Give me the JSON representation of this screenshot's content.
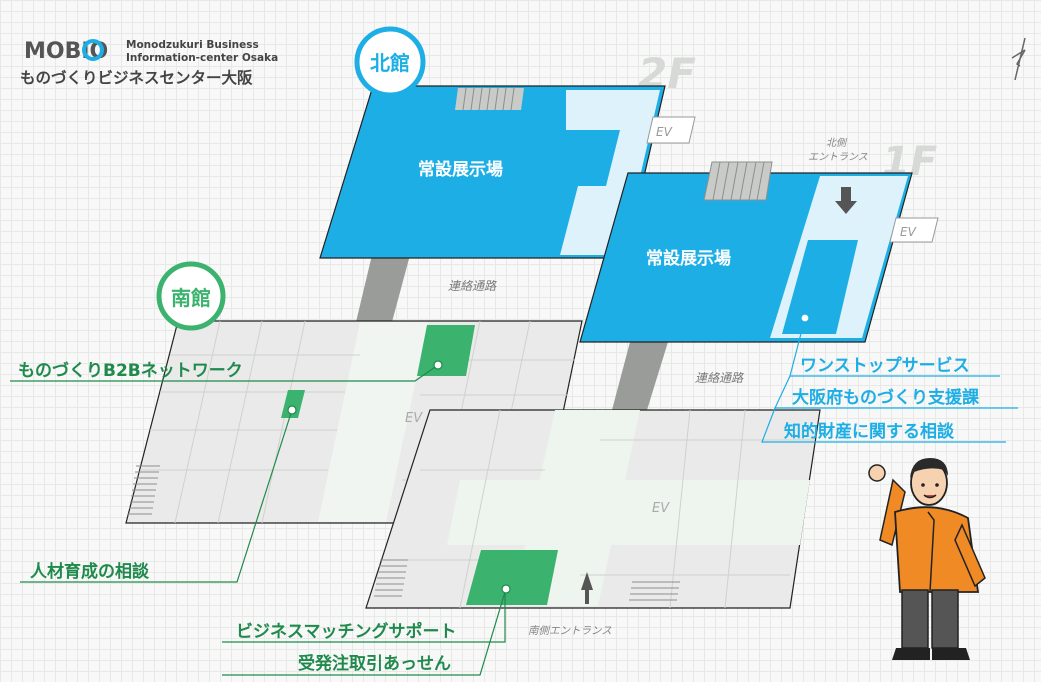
{
  "logo": {
    "mark": "MOBIO",
    "line1": "Monodzukuri Business",
    "line2": "Information-center Osaka",
    "jp": "ものづくりビジネスセンター大阪"
  },
  "buildings": {
    "north": "北館",
    "south": "南館"
  },
  "floors": {
    "f2": "2F",
    "f1": "1F"
  },
  "areas": {
    "north_2f_hall": "常設展示場",
    "north_1f_hall": "常設展示場",
    "ev": "EV",
    "corridor": "連絡通路",
    "north_entrance_l1": "北側",
    "north_entrance_l2": "エントランス",
    "south_entrance": "南側エントランス"
  },
  "callouts": {
    "b2b": "ものづくりB2Bネットワーク",
    "hr": "人材育成の相談",
    "matching": "ビジネスマッチングサポート",
    "orders": "受発注取引あっせん",
    "onestop": "ワンストップサービス",
    "osaka": "大阪府ものづくり支援課",
    "ip": "知的財産に関する相談"
  },
  "colors": {
    "blue": "#1daee6",
    "blue_light": "#def2fb",
    "green": "#3bb26e",
    "green_dark": "#1f8a4c",
    "floor_gray": "#e9eae9",
    "line_gray": "#bfc2bf",
    "corridor_gray": "#9a9c9a"
  }
}
